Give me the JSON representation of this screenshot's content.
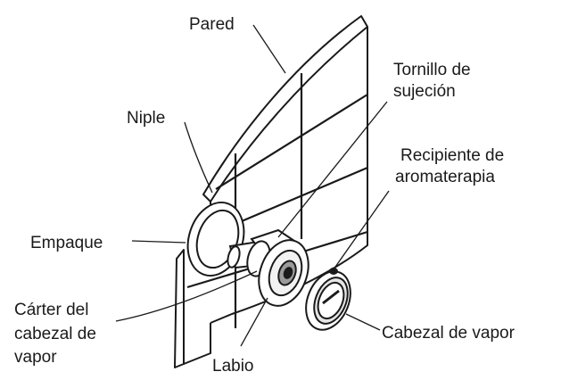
{
  "labels": {
    "pared": "Pared",
    "tornillo_1": "Tornillo de",
    "tornillo_2": "sujeción",
    "niple": "Niple",
    "recipiente_1": "Recipiente de",
    "recipiente_2": "aromaterapia",
    "empaque": "Empaque",
    "carter_1": "Cárter del",
    "carter_2": "cabezal de",
    "carter_3": "vapor",
    "cabezal": "Cabezal de vapor",
    "labio": "Labio"
  }
}
